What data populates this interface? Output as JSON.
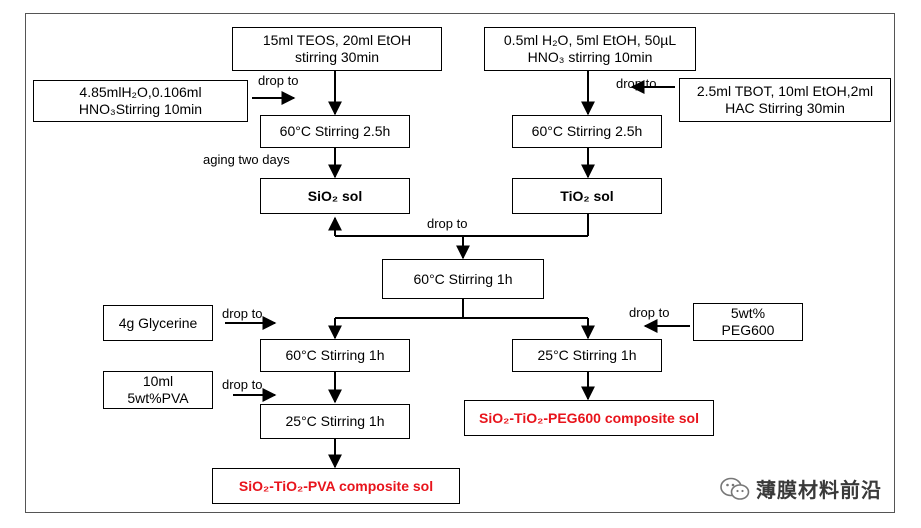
{
  "nodes": {
    "teos": [
      "15ml TEOS, 20ml EtOH",
      "stirring 30min"
    ],
    "h2o_left": [
      "4.85mlH₂O,0.106ml",
      "HNO₃Stirring 10min"
    ],
    "stir_left": "60°C Stirring 2.5h",
    "sio2_sol": "SiO₂ sol",
    "h2o_right": [
      "0.5ml H₂O, 5ml EtOH, 50µL",
      "HNO₃ stirring 10min"
    ],
    "tbot": [
      "2.5ml TBOT, 10ml EtOH,2ml",
      "HAC Stirring 30min"
    ],
    "stir_right": "60°C Stirring 2.5h",
    "tio2_sol": "TiO₂ sol",
    "stir_mid": "60°C Stirring 1h",
    "glycerine": "4g  Glycerine",
    "stir_glyc": "60°C Stirring 1h",
    "pva": [
      "10ml",
      "5wt%PVA"
    ],
    "stir_pva": "25°C Stirring 1h",
    "pva_sol": "SiO₂-TiO₂-PVA composite sol",
    "peg": [
      "5wt%",
      "PEG600"
    ],
    "stir_peg": "25°C Stirring 1h",
    "peg_sol": "SiO₂-TiO₂-PEG600 composite sol"
  },
  "labels": {
    "drop_to_left": "drop to",
    "drop_to_right": "drop to",
    "aging": "aging two days",
    "drop_to_mid": "drop to",
    "drop_to_glyc": "drop to",
    "drop_to_pva": "drop to",
    "drop_to_peg": "drop to"
  },
  "watermark": "薄膜材料前沿",
  "colors": {
    "highlight": "#e8141c",
    "line": "#000000"
  }
}
